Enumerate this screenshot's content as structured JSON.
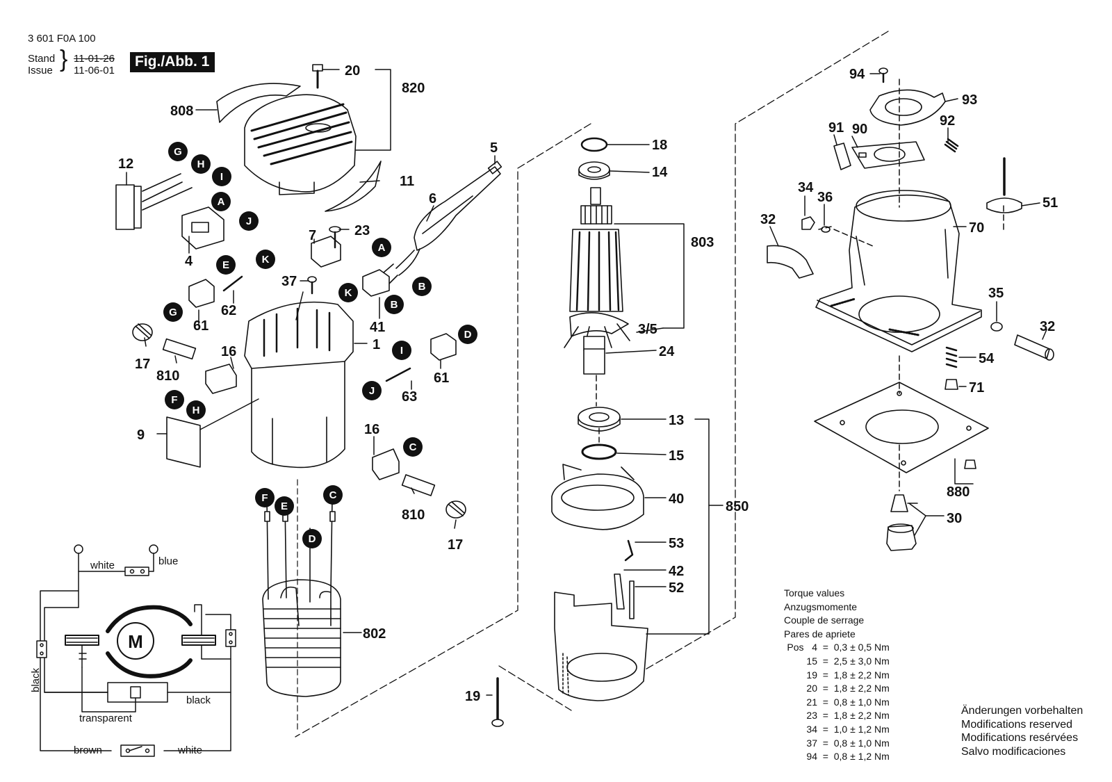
{
  "header": {
    "doc_number": "3 601 F0A 100",
    "stand_label": "Stand",
    "issue_label": "Issue",
    "stand_date": "11-01-26",
    "issue_date": "11-06-01",
    "figure_label": "Fig./Abb. 1"
  },
  "wiring": {
    "motor_symbol": "M",
    "wire_labels": [
      "white",
      "blue",
      "black",
      "black",
      "transparent",
      "brown",
      "white"
    ]
  },
  "part_labels": {
    "p20": "20",
    "p820": "820",
    "p808": "808",
    "p11": "11",
    "p12": "12",
    "p4": "4",
    "p5": "5",
    "p6": "6",
    "p7": "7",
    "p23": "23",
    "p37": "37",
    "p62": "62",
    "p61a": "61",
    "p41": "41",
    "p1": "1",
    "p16a": "16",
    "p17a": "17",
    "p810a": "810",
    "p9": "9",
    "p63": "63",
    "p61b": "61",
    "p16b": "16",
    "p810b": "810",
    "p17b": "17",
    "p802": "802",
    "p18": "18",
    "p14": "14",
    "p803": "803",
    "p3_5": "3/5",
    "p24": "24",
    "p13": "13",
    "p15": "15",
    "p40": "40",
    "p850": "850",
    "p53": "53",
    "p42": "42",
    "p52": "52",
    "p19": "19",
    "p94": "94",
    "p93": "93",
    "p91": "91",
    "p90": "90",
    "p92": "92",
    "p34": "34",
    "p36": "36",
    "p51": "51",
    "p32a": "32",
    "p70": "70",
    "p35": "35",
    "p32b": "32",
    "p54": "54",
    "p71": "71",
    "p880": "880",
    "p30": "30"
  },
  "connector_labels": {
    "G1": "G",
    "H1": "H",
    "I1": "I",
    "A1": "A",
    "J1": "J",
    "E1": "E",
    "K1": "K",
    "G2": "G",
    "A2": "A",
    "B1": "B",
    "K2": "K",
    "B2": "B",
    "D1": "D",
    "I2": "I",
    "J2": "J",
    "F1": "F",
    "H2": "H",
    "C1": "C",
    "F2": "F",
    "E2": "E",
    "C2": "C",
    "D2": "D"
  },
  "torque": {
    "title_lines": [
      "Torque values",
      "Anzugsmomente",
      "Couple de serrage",
      "Pares de apriete"
    ],
    "rows": [
      {
        "pos": "Pos   4",
        "value": "0,3 ± 0,5 Nm"
      },
      {
        "pos": "15",
        "value": "2,5 ± 3,0 Nm"
      },
      {
        "pos": "19",
        "value": "1,8 ± 2,2 Nm"
      },
      {
        "pos": "20",
        "value": "1,8 ± 2,2 Nm"
      },
      {
        "pos": "21",
        "value": "0,8 ± 1,0 Nm"
      },
      {
        "pos": "23",
        "value": "1,8 ± 2,2 Nm"
      },
      {
        "pos": "34",
        "value": "1,0 ± 1,2 Nm"
      },
      {
        "pos": "37",
        "value": "0,8 ± 1,0 Nm"
      },
      {
        "pos": "94",
        "value": "0,8 ± 1,2 Nm"
      }
    ]
  },
  "notes": [
    "Änderungen vorbehalten",
    "Modifications reserved",
    "Modifications resérvées",
    "Salvo modificaciones"
  ]
}
